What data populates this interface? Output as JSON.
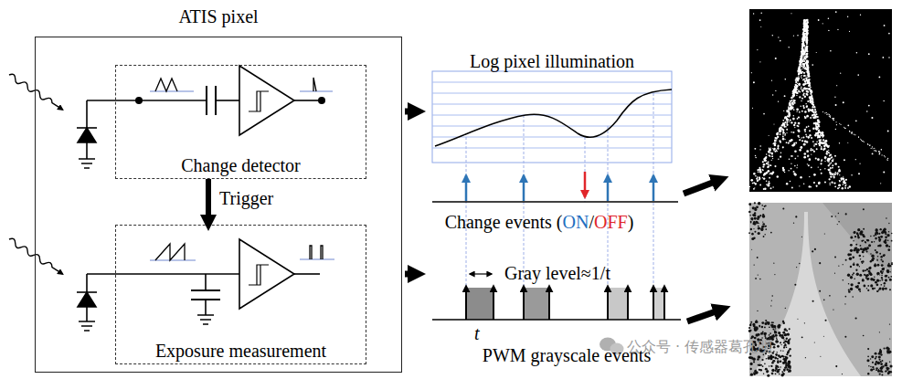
{
  "diagram": {
    "nodes": [
      {
        "text": [
          "ATIS pixel"
        ]
      },
      {
        "text": [
          "Change detector"
        ],
        "in": 0
      },
      {
        "text": [
          "Exposure measurement"
        ],
        "in": 0
      }
    ],
    "edges": [
      {
        "from": 1,
        "to": 2,
        "arrow": "to",
        "label": "Trigger"
      }
    ],
    "labels": [
      "Log pixel illumination",
      "Change events (",
      "ON",
      "/",
      "OFF",
      ")",
      "Gray level≈1/t",
      "t",
      "PWM grayscale events",
      "公众号 · 传感器葛孔明"
    ]
  }
}
